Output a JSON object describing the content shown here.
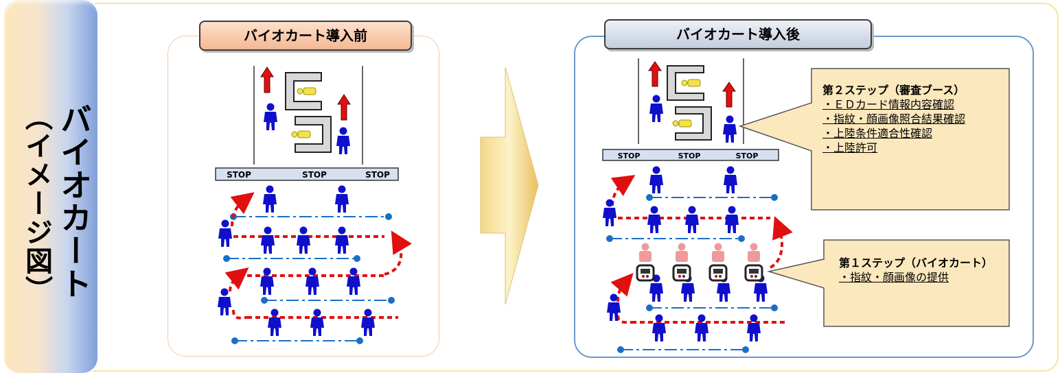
{
  "side": {
    "title": "バイオカート",
    "subtitle": "（イメージ図）"
  },
  "before": {
    "header": "バイオカート導入前",
    "stop_labels": [
      "STOP",
      "STOP",
      "STOP"
    ]
  },
  "after": {
    "header": "バイオカート導入後",
    "stop_labels": [
      "STOP",
      "STOP",
      "STOP"
    ],
    "step2": {
      "title": "第２ステップ（審査ブース）",
      "items": [
        "・ＥＤカード情報内容確認",
        "・指紋・顔画像照合結果確認",
        "・上陸条件適合性確認",
        "・上陸許可"
      ]
    },
    "step1": {
      "title": "第１ステップ（バイオカート）",
      "items": [
        "・指紋・顔画像の提供"
      ]
    }
  },
  "colors": {
    "person": "#1010cc",
    "queue_path": "#e01010",
    "lane_line": "#1a6fc4",
    "arrow": "#f0d060",
    "callout_fill": "#fbe8bd",
    "kiosk_person": "#ef9a9a"
  }
}
